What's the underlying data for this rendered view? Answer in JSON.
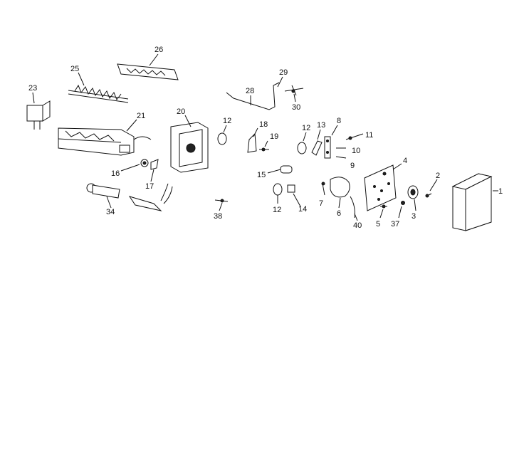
{
  "callouts": {
    "c1": "1",
    "c2": "2",
    "c3": "3",
    "c4": "4",
    "c5": "5",
    "c6": "6",
    "c7": "7",
    "c8": "8",
    "c9": "9",
    "c10": "10",
    "c11": "11",
    "c12a": "12",
    "c12b": "12",
    "c12c": "12",
    "c13": "13",
    "c14": "14",
    "c15": "15",
    "c16": "16",
    "c17": "17",
    "c18": "18",
    "c19": "19",
    "c20": "20",
    "c21": "21",
    "c23": "23",
    "c25": "25",
    "c26": "26",
    "c28": "28",
    "c29": "29",
    "c30": "30",
    "c34": "34",
    "c37": "37",
    "c38": "38",
    "c40": "40"
  }
}
